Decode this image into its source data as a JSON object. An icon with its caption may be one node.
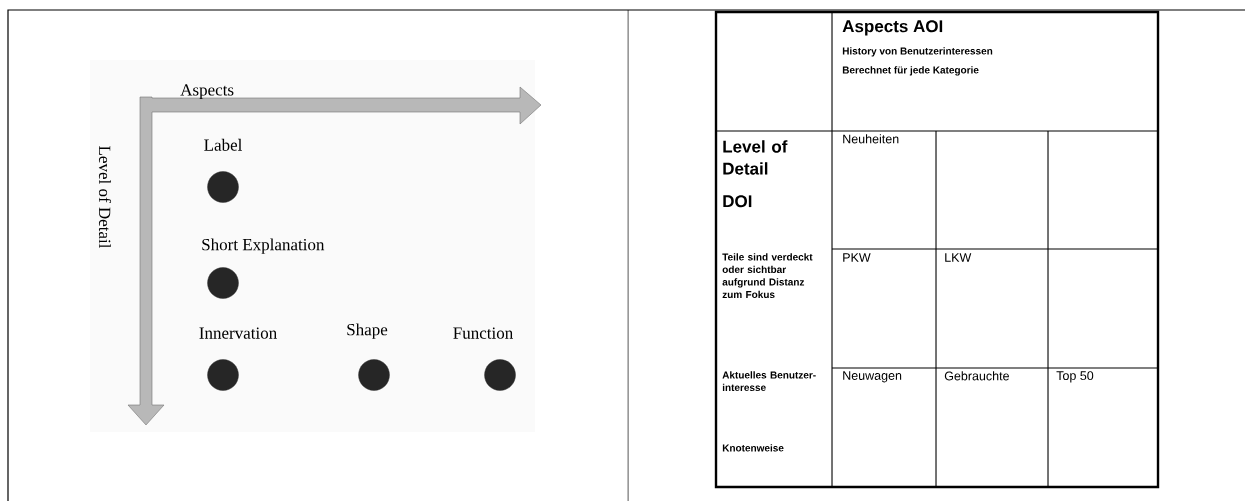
{
  "diagram": {
    "nodes": [
      {
        "text": [],
        "shape": "circle",
        "beside": [
          "Label"
        ]
      },
      {
        "text": [],
        "shape": "circle",
        "beside": [
          "Short Explanation"
        ]
      },
      {
        "text": [],
        "shape": "circle",
        "beside": [
          "Innervation"
        ]
      },
      {
        "text": [],
        "shape": "circle",
        "beside": [
          "Shape"
        ]
      },
      {
        "text": [],
        "shape": "circle",
        "beside": [
          "Function"
        ]
      }
    ],
    "labels": [
      "Aspects",
      "Level of Detail",
      "Aspects AOI",
      "History von Benutzerinteressen",
      "Berechnet für jede Kategorie",
      "Level of Detail",
      "DOI",
      "Neuheiten",
      "Teile sind verdeckt oder sichtbar aufgrund Distanz zum Fokus",
      "PKW",
      "LKW",
      "Aktuelles Benutzer-interesse",
      "Knotenweise",
      "Neuwagen",
      "Gebrauchte",
      "Top 50"
    ]
  }
}
